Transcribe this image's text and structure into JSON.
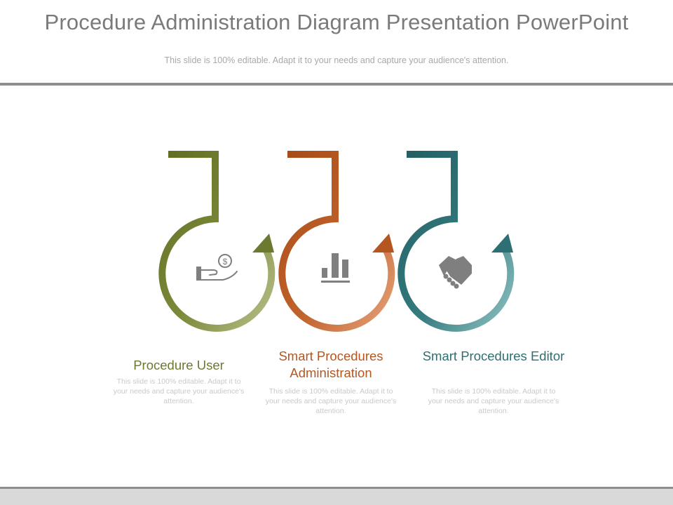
{
  "header": {
    "title": "Procedure Administration Diagram Presentation PowerPoint",
    "subtitle": "This slide is 100% editable. Adapt it to your needs and capture your audience's attention."
  },
  "colors": {
    "green": "#6b7a2e",
    "orange": "#b4561f",
    "teal": "#2d6f73",
    "icon": "#7f7f7f"
  },
  "steps": [
    {
      "title": "Procedure User",
      "description": "This slide is 100% editable. Adapt it to your needs and capture your audience's attention.",
      "icon": "money-hand-icon",
      "color": "#6b7a2e"
    },
    {
      "title": "Smart Procedures Administration",
      "description": "This slide is 100% editable. Adapt it to your needs and capture your audience's attention.",
      "icon": "bar-chart-icon",
      "color": "#b4561f"
    },
    {
      "title": "Smart Procedures Editor",
      "description": "This slide is 100% editable. Adapt it to your needs and capture your audience's attention.",
      "icon": "handshake-icon",
      "color": "#2d6f73"
    }
  ]
}
